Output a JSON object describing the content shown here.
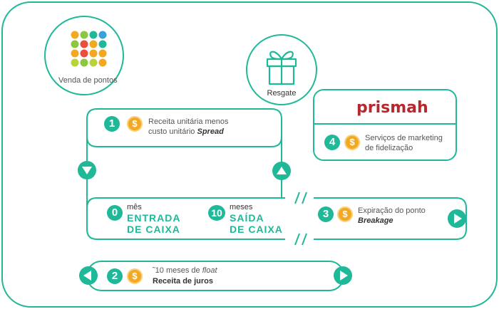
{
  "nodes": {
    "venda": {
      "label": "Venda de pontos"
    },
    "resgate": {
      "label": "Resgate"
    }
  },
  "steps": {
    "s1": {
      "number": "1",
      "line1": "Receita unitária menos",
      "line2_prefix": "custo unitário",
      "line2_em": "Spread"
    },
    "s2": {
      "number": "2",
      "line1_prefix": "˜10 meses de",
      "line1_em": "float",
      "line2": "Receita de juros"
    },
    "s3": {
      "number": "3",
      "line1": "Expiração do ponto",
      "line2": "Breakage"
    },
    "s4": {
      "number": "4",
      "line1": "Serviços de marketing",
      "line2": "de  fidelização"
    }
  },
  "timeline": {
    "start": {
      "number": "0",
      "unit": "mês",
      "line1": "ENTRADA",
      "line2": "DE CAIXA"
    },
    "end": {
      "number": "10",
      "unit": "meses",
      "line1": "SAÍDA",
      "line2": "DE CAIXA"
    }
  },
  "brand": {
    "name": "prismah"
  },
  "icons": {
    "currency": "$",
    "dots_colors": [
      "#e94f3d",
      "#f3a823",
      "#1fb899",
      "#3b9fd9",
      "#8dc63f",
      "#b8d438"
    ]
  },
  "colors": {
    "accent": "#1fb899",
    "coin": "#f3a823",
    "brand": "#b6282d"
  }
}
